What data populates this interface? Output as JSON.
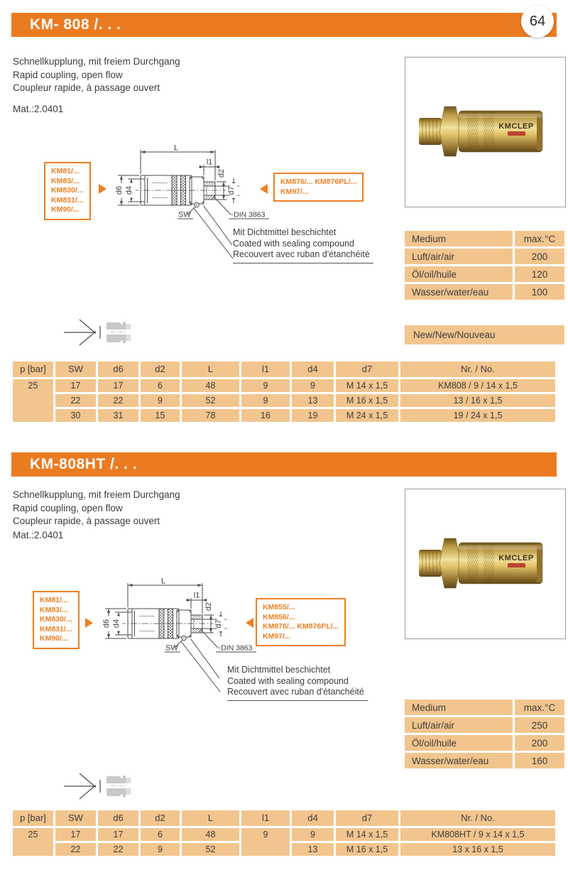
{
  "page_number": "64",
  "shared": {
    "table_headers": [
      "p [bar]",
      "SW",
      "d6",
      "d2",
      "L",
      "l1",
      "d4",
      "d7",
      "Nr. / No."
    ],
    "medium_headers": [
      "Medium",
      "max.°C"
    ],
    "drawing_labels": {
      "L": "L",
      "l1": "l1",
      "d2": "d2",
      "d7": "d7",
      "d6": "d6",
      "d4": "d4",
      "sw": "SW",
      "din": "~DIN 3863"
    },
    "colors": {
      "accent_orange": "#EB7B21",
      "box_orange": "#EE7F22",
      "table_peach": "#F2C58E"
    }
  },
  "sections": [
    {
      "id": "km-808",
      "title": "KM- 808 /. . .",
      "descriptions": [
        "Schnellkupplung, mit freiem Durchgang",
        "Rapid coupling, open flow",
        "Coupleur rapide, à passage ouvert"
      ],
      "material": "Mat.:2.0401",
      "photo_brand": "KMCLEP",
      "left_box": [
        "KM81/...",
        "KM83/...",
        "KM830/...",
        "KM831/...",
        "KM90/..."
      ],
      "right_box": [
        "KM876/...  KM876PL/...",
        "KM97/..."
      ],
      "sealing_note": [
        "Mit Dichtmittel beschichtet",
        "Coated with sealing compound",
        "Recouvert avec ruban d'étanchéité"
      ],
      "medium_rows": [
        [
          "Luft/air/air",
          "200"
        ],
        [
          "Öl/oil/huile",
          "120"
        ],
        [
          "Wasser/water/eau",
          "100"
        ]
      ],
      "new_label": "New/New/Nouveau",
      "p_value": "25",
      "rows": [
        {
          "sw": "17",
          "d6": "17",
          "d2": "6",
          "L": "48",
          "l1": "9",
          "d4": "9",
          "d7": "M 14 x 1,5",
          "nr": "KM808 / 9 / 14 x 1,5"
        },
        {
          "sw": "22",
          "d6": "22",
          "d2": "9",
          "L": "52",
          "l1": "9",
          "d4": "13",
          "d7": "M 16 x 1,5",
          "nr": "13 / 16 x 1,5"
        },
        {
          "sw": "30",
          "d6": "31",
          "d2": "15",
          "L": "78",
          "l1": "16",
          "d4": "19",
          "d7": "M 24 x 1,5",
          "nr": "19 / 24 x 1,5"
        }
      ]
    },
    {
      "id": "km-808ht",
      "title": "KM-808HT /. . .",
      "descriptions": [
        "Schnellkupplung, mit freiem Durchgang",
        "Rapid coupling, open flow",
        "Coupleur rapide, à passage ouvert"
      ],
      "material": "Mat.:2.0401",
      "photo_brand": "KMCLEP",
      "left_box": [
        "KM81/...",
        "KM83/...",
        "KM830/...",
        "KM831/...",
        "KM90/..."
      ],
      "right_box": [
        "KM855/...",
        "KM856/...",
        "KM876/...  KM876PL/...",
        "KM97/..."
      ],
      "sealing_note": [
        "Mit Dichtmittel beschichtet",
        "Coated with sealing compound",
        "Recouvert avec ruban d'étanchéité"
      ],
      "medium_rows": [
        [
          "Luft/air/air",
          "250"
        ],
        [
          "Öl/oil/huile",
          "200"
        ],
        [
          "Wasser/water/eau",
          "160"
        ]
      ],
      "p_value": "25",
      "rows": [
        {
          "sw": "17",
          "d6": "17",
          "d2": "6",
          "L": "48",
          "l1": "9",
          "d4": "9",
          "d7": "M 14 x 1,5",
          "nr": "KM808HT / 9 x 14 x 1,5"
        },
        {
          "sw": "22",
          "d6": "22",
          "d2": "9",
          "L": "52",
          "l1": null,
          "d4": "13",
          "d7": "M 16 x 1,5",
          "nr": "13 x 16 x 1,5"
        }
      ]
    }
  ]
}
